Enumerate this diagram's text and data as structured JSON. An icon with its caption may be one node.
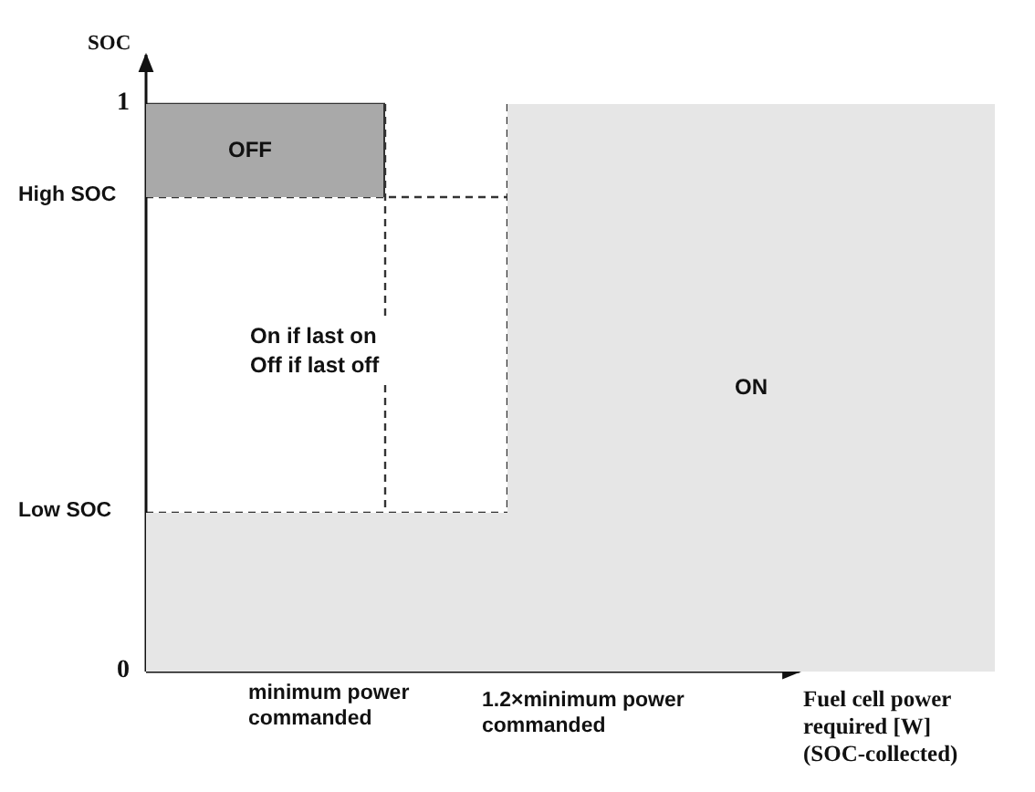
{
  "diagram": {
    "nodes": [
      {
        "text": [
          "OFF"
        ]
      },
      {
        "text": [
          "On if last on Off if last off"
        ]
      },
      {
        "text": [
          "ON"
        ]
      },
      {
        "text": [],
        "shape": "box"
      }
    ],
    "labels": [
      "SOC",
      "1",
      "High SOC",
      "Low SOC",
      "0",
      "minimum power commanded",
      "1.2×minimum power commanded",
      "Fuel cell power required [W] (SOC-collected)"
    ]
  }
}
